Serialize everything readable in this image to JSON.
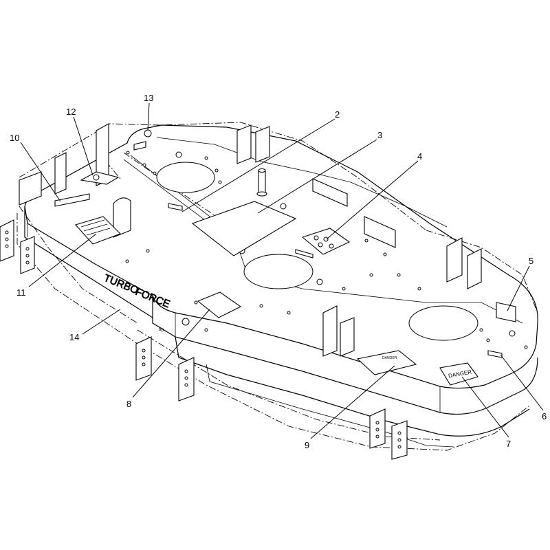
{
  "callouts": [
    {
      "id": "2",
      "label": "2"
    },
    {
      "id": "3",
      "label": "3"
    },
    {
      "id": "4",
      "label": "4"
    },
    {
      "id": "5",
      "label": "5"
    },
    {
      "id": "6",
      "label": "6"
    },
    {
      "id": "7",
      "label": "7"
    },
    {
      "id": "8",
      "label": "8"
    },
    {
      "id": "9",
      "label": "9"
    },
    {
      "id": "10",
      "label": "10"
    },
    {
      "id": "11",
      "label": "11"
    },
    {
      "id": "12",
      "label": "12"
    },
    {
      "id": "13",
      "label": "13"
    },
    {
      "id": "14",
      "label": "14"
    }
  ],
  "decals": {
    "brand_word1": "TURBO",
    "brand_word2": "FORCE",
    "deck_size": "60",
    "danger_left": "DANGER",
    "danger_right": "DANGER"
  }
}
